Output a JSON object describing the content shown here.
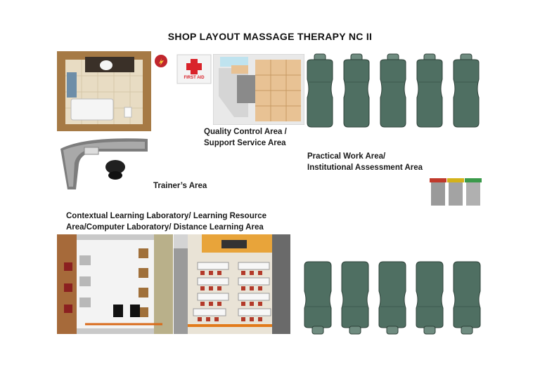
{
  "title": "SHOP LAYOUT MASSAGE THERAPY NC II",
  "labels": {
    "quality_control_line1": "Quality Control Area /",
    "quality_control_line2": "Support Service Area",
    "practical_line1": "Practical Work Area/",
    "practical_line2": "Institutional Assessment Area",
    "trainer": "Trainer’s Area",
    "contextual_line1": "Contextual Learning Laboratory/ Learning Resource",
    "contextual_line2": "Area/Computer Laboratory/ Distance Learning Area"
  },
  "first_aid_text": "FIRST AID",
  "colors": {
    "massage_bed": "#4f6f62",
    "floor_wood": "#b08a55",
    "bin_red": "#c0392b",
    "bin_yellow": "#d4b21a",
    "bin_green": "#3a9a4a"
  }
}
